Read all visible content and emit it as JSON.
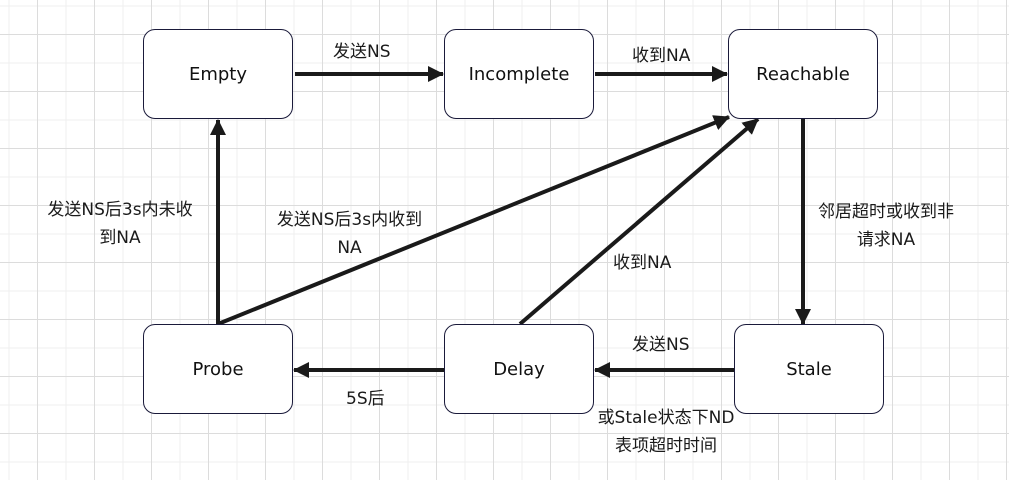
{
  "diagram": {
    "type": "state-transition",
    "line_color": "#1a1a1a",
    "node_border_color": "#1a1a3a",
    "nodes": {
      "empty": "Empty",
      "incomplete": "Incomplete",
      "reachable": "Reachable",
      "probe": "Probe",
      "delay": "Delay",
      "stale": "Stale"
    },
    "edges": {
      "empty_to_incomplete": "发送NS",
      "incomplete_to_reachable": "收到NA",
      "reachable_to_stale_line1": "邻居超时或收到非",
      "reachable_to_stale_line2": "请求NA",
      "stale_to_delay": "发送NS",
      "stale_to_delay_note_line1": "或Stale状态下ND",
      "stale_to_delay_note_line2": "表项超时时间",
      "delay_to_probe": "5S后",
      "delay_to_reachable": "收到NA",
      "probe_to_empty_line1": "发送NS后3s内未收",
      "probe_to_empty_line2": "到NA",
      "probe_to_reachable_line1": "发送NS后3s内收到",
      "probe_to_reachable_line2": "NA"
    }
  }
}
